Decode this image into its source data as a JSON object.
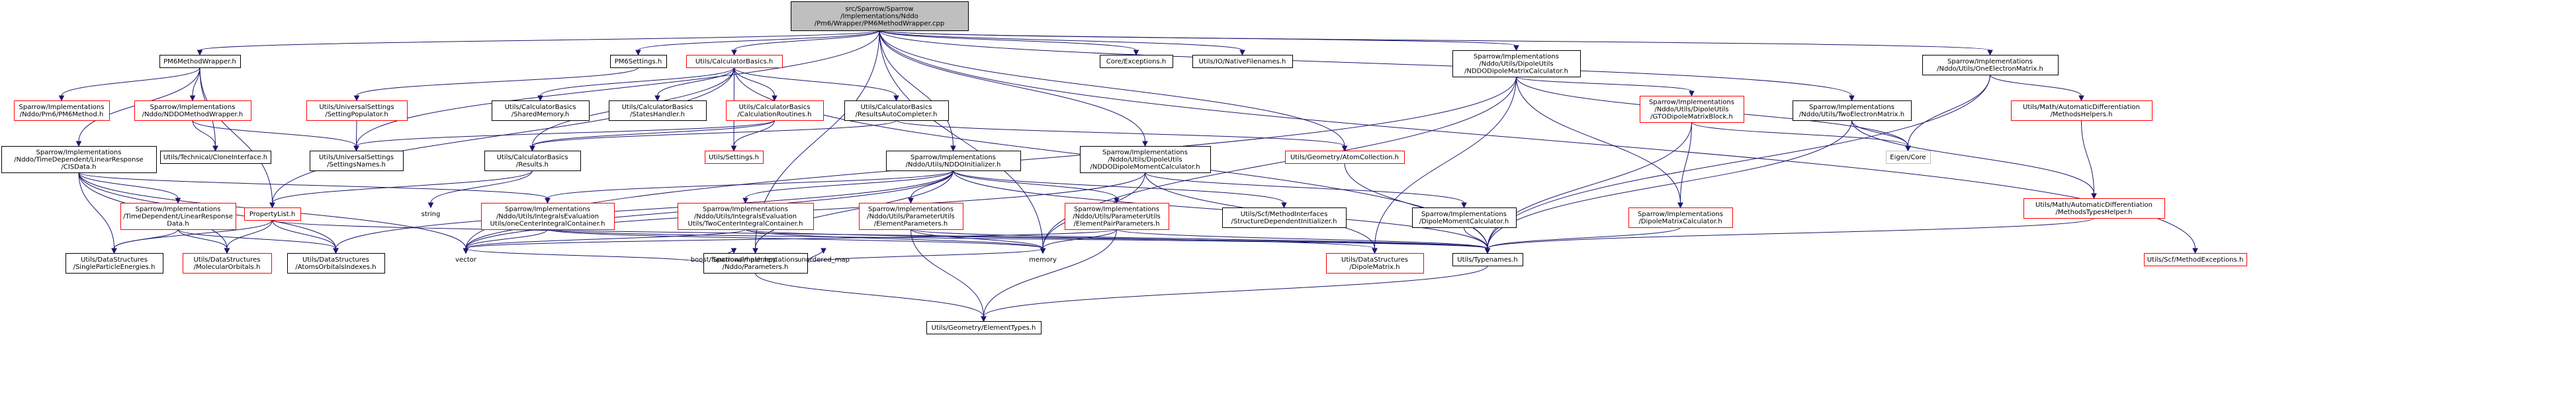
{
  "nodes": [
    {
      "id": "root",
      "lines": [
        "src/Sparrow/Sparrow",
        "/Implementations/Nddo",
        "/Pm6/Wrapper/PM6MethodWrapper.cpp"
      ],
      "style": "root"
    },
    {
      "id": "pm6mw",
      "lines": [
        "PM6MethodWrapper.h"
      ],
      "style": "black"
    },
    {
      "id": "pm6set",
      "lines": [
        "PM6Settings.h"
      ],
      "style": "black"
    },
    {
      "id": "calcbasics",
      "lines": [
        "Utils/CalculatorBasics.h"
      ],
      "style": "red"
    },
    {
      "id": "coreexc",
      "lines": [
        "Core/Exceptions.h"
      ],
      "style": "black"
    },
    {
      "id": "nativefn",
      "lines": [
        "Utils/IO/NativeFilenames.h"
      ],
      "style": "black"
    },
    {
      "id": "dipcalc",
      "lines": [
        "Sparrow/Implementations",
        "/Nddo/Utils/DipoleUtils",
        "/NDDODipoleMatrixCalculator.h"
      ],
      "style": "black"
    },
    {
      "id": "oneelec",
      "lines": [
        "Sparrow/Implementations",
        "/Nddo/Utils/OneElectronMatrix.h"
      ],
      "style": "black"
    },
    {
      "id": "pm6method",
      "lines": [
        "Sparrow/Implementations",
        "/Nddo/Pm6/PM6Method.h"
      ],
      "style": "red"
    },
    {
      "id": "nddomw",
      "lines": [
        "Sparrow/Implementations",
        "/Nddo/NDDOMethodWrapper.h"
      ],
      "style": "red"
    },
    {
      "id": "settpop",
      "lines": [
        "Utils/UniversalSettings",
        "/SettingPopulator.h"
      ],
      "style": "red"
    },
    {
      "id": "sharedmem",
      "lines": [
        "Utils/CalculatorBasics",
        "/SharedMemory.h"
      ],
      "style": "black"
    },
    {
      "id": "stateshandler",
      "lines": [
        "Utils/CalculatorBasics",
        "/StatesHandler.h"
      ],
      "style": "black"
    },
    {
      "id": "calcroutines",
      "lines": [
        "Utils/CalculatorBasics",
        "/CalculationRoutines.h"
      ],
      "style": "red"
    },
    {
      "id": "rescompleter",
      "lines": [
        "Utils/CalculatorBasics",
        "/ResultsAutoCompleter.h"
      ],
      "style": "black"
    },
    {
      "id": "gtodip",
      "lines": [
        "Sparrow/Implementations",
        "/Nddo/Utils/DipoleUtils",
        "/GTODipoleMatrixBlock.h"
      ],
      "style": "red"
    },
    {
      "id": "twoelec",
      "lines": [
        "Sparrow/Implementations",
        "/Nddo/Utils/TwoElectronMatrix.h"
      ],
      "style": "black"
    },
    {
      "id": "autodiffhelpers",
      "lines": [
        "Utils/Math/AutomaticDifferentiation",
        "/MethodsHelpers.h"
      ],
      "style": "red"
    },
    {
      "id": "tdlr",
      "lines": [
        "Sparrow/Implementations",
        "/Nddo/TimeDependent/LinearResponse",
        "/CISData.h"
      ],
      "style": "black"
    },
    {
      "id": "clone",
      "lines": [
        "Utils/Technical/CloneInterface.h"
      ],
      "style": "black"
    },
    {
      "id": "settnames",
      "lines": [
        "Utils/UniversalSettings",
        "/SettingsNames.h"
      ],
      "style": "black"
    },
    {
      "id": "results",
      "lines": [
        "Utils/CalculatorBasics",
        "/Results.h"
      ],
      "style": "black"
    },
    {
      "id": "settings",
      "lines": [
        "Utils/Settings.h"
      ],
      "style": "red"
    },
    {
      "id": "nddoinit",
      "lines": [
        "Sparrow/Implementations",
        "/Nddo/Utils/NDDOInitializer.h"
      ],
      "style": "black"
    },
    {
      "id": "dipmoment",
      "lines": [
        "Sparrow/Implementations",
        "/Nddo/Utils/DipoleUtils",
        "/NDDODipoleMomentCalculator.h"
      ],
      "style": "black"
    },
    {
      "id": "atomcoll",
      "lines": [
        "Utils/Geometry/AtomCollection.h"
      ],
      "style": "red"
    },
    {
      "id": "eigencore",
      "lines": [
        "Eigen/Core"
      ],
      "style": "gray"
    },
    {
      "id": "autodifftypes",
      "lines": [
        "Utils/Math/AutomaticDifferentiation",
        "/MethodsTypesHelper.h"
      ],
      "style": "red"
    },
    {
      "id": "tdlrdata",
      "lines": [
        "Sparrow/Implementations",
        "/TimeDependent/LinearResponse",
        "Data.h"
      ],
      "style": "red"
    },
    {
      "id": "proplist",
      "lines": [
        "PropertyList.h"
      ],
      "style": "red"
    },
    {
      "id": "string",
      "lines": [
        "string"
      ],
      "style": "bare"
    },
    {
      "id": "onecenter",
      "lines": [
        "Sparrow/Implementations",
        "/Nddo/Utils/IntegralsEvaluation",
        "Utils/oneCenterIntegralContainer.h"
      ],
      "style": "red"
    },
    {
      "id": "twocenter",
      "lines": [
        "Sparrow/Implementations",
        "/Nddo/Utils/IntegralsEvaluation",
        "Utils/TwoCenterIntegralContainer.h"
      ],
      "style": "red"
    },
    {
      "id": "elemparams",
      "lines": [
        "Sparrow/Implementations",
        "/Nddo/Utils/ParameterUtils",
        "/ElementParameters.h"
      ],
      "style": "red"
    },
    {
      "id": "elempair",
      "lines": [
        "Sparrow/Implementations",
        "/Nddo/Utils/ParameterUtils",
        "/ElementPairParameters.h"
      ],
      "style": "red"
    },
    {
      "id": "structdep",
      "lines": [
        "Utils/Scf/MethodInterfaces",
        "/StructureDependentInitializer.h"
      ],
      "style": "black"
    },
    {
      "id": "dipmomcalc",
      "lines": [
        "Sparrow/Implementations",
        "/DipoleMomentCalculator.h"
      ],
      "style": "black"
    },
    {
      "id": "dipmatcalc",
      "lines": [
        "Sparrow/Implementations",
        "/DipoleMatrixCalculator.h"
      ],
      "style": "red"
    },
    {
      "id": "scfexc",
      "lines": [
        "Utils/Scf/MethodExceptions.h"
      ],
      "style": "red"
    },
    {
      "id": "params",
      "lines": [
        "Sparrow/Implementations",
        "/Nddo/Parameters.h"
      ],
      "style": "black"
    },
    {
      "id": "speng",
      "lines": [
        "Utils/DataStructures",
        "/SingleParticleEnergies.h"
      ],
      "style": "black"
    },
    {
      "id": "molorb",
      "lines": [
        "Utils/DataStructures",
        "/MolecularOrbitals.h"
      ],
      "style": "red"
    },
    {
      "id": "atomsorb",
      "lines": [
        "Utils/DataStructures",
        "/AtomsOrbitalsIndexes.h"
      ],
      "style": "black"
    },
    {
      "id": "vector",
      "lines": [
        "vector"
      ],
      "style": "bare"
    },
    {
      "id": "boosthash",
      "lines": [
        "boost/functional/hash.hpp"
      ],
      "style": "bare"
    },
    {
      "id": "unmap",
      "lines": [
        "unordered_map"
      ],
      "style": "bare"
    },
    {
      "id": "memory",
      "lines": [
        "memory"
      ],
      "style": "bare"
    },
    {
      "id": "dipmatrix",
      "lines": [
        "Utils/DataStructures",
        "/DipoleMatrix.h"
      ],
      "style": "red"
    },
    {
      "id": "typenames",
      "lines": [
        "Utils/Typenames.h"
      ],
      "style": "black"
    },
    {
      "id": "elemtypes",
      "lines": [
        "Utils/Geometry/ElementTypes.h"
      ],
      "style": "black"
    }
  ]
}
